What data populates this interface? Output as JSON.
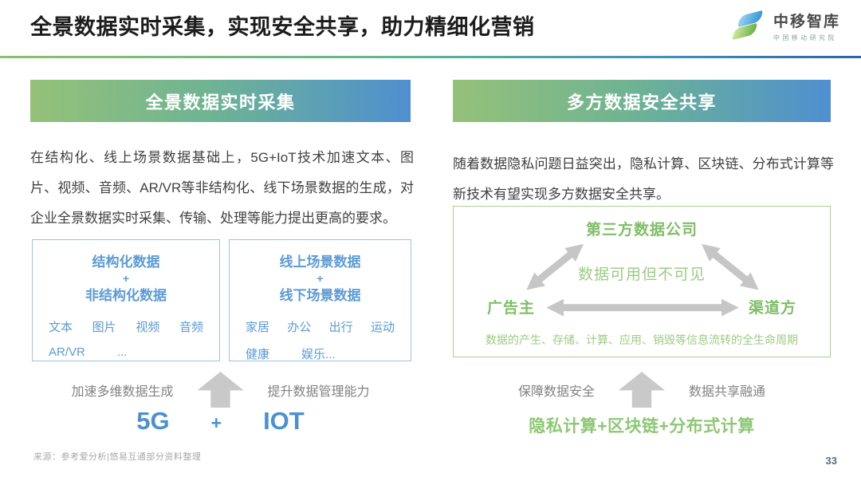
{
  "page": {
    "title": "全景数据实时采集，实现安全共享，助力精细化营销",
    "source": "来源：参考爱分析|悠易互通部分资料整理",
    "page_number": "33"
  },
  "logo": {
    "name": "中移智库",
    "subtitle": "中国移动研究院"
  },
  "left_panel": {
    "header": "全景数据实时采集",
    "paragraph": "在结构化、线上场景数据基础上，5G+IoT技术加速文本、图片、视频、音频、AR/VR等非结构化、线下场景数据的生成，对企业全景数据实时采集、传输、处理等能力提出更高的要求。",
    "box1": {
      "title_line1": "结构化数据",
      "plus": "+",
      "title_line2": "非结构化数据",
      "items_row1": [
        "文本",
        "图片",
        "视频",
        "音频"
      ],
      "items_row2": [
        "AR/VR",
        "..."
      ]
    },
    "box2": {
      "title_line1": "线上场景数据",
      "plus": "+",
      "title_line2": "线下场景数据",
      "items_row1": [
        "家居",
        "办公",
        "出行",
        "运动"
      ],
      "items_row2": [
        "健康",
        "娱乐..."
      ]
    },
    "caption_left": "加速多维数据生成",
    "caption_right": "提升数据管理能力",
    "tech_left": "5G",
    "tech_plus": "+",
    "tech_right": "IOT"
  },
  "right_panel": {
    "header": "多方数据安全共享",
    "paragraph": "随着数据隐私问题日益突出，隐私计算、区块链、分布式计算等新技术有望实现多方数据安全共享。",
    "diagram": {
      "top": "第三方数据公司",
      "center": "数据可用但不可见",
      "left": "广告主",
      "right": "渠道方",
      "bottom": "数据的产生、存储、计算、应用、销毁等信息流转的全生命周期"
    },
    "caption_left": "保障数据安全",
    "caption_right": "数据共享融通",
    "tech": "隐私计算+区块链+分布式计算"
  },
  "colors": {
    "banner_gradient_start": "#95C178",
    "banner_gradient_end": "#4E8FD0",
    "accent_blue": "#5B9BD5",
    "tech_blue": "#4A90D2",
    "accent_green": "#7FBE66",
    "light_green": "#9CCB85",
    "arrow_gray": "#C9C9C9",
    "body_text": "#404040",
    "caption_gray": "#828282"
  }
}
